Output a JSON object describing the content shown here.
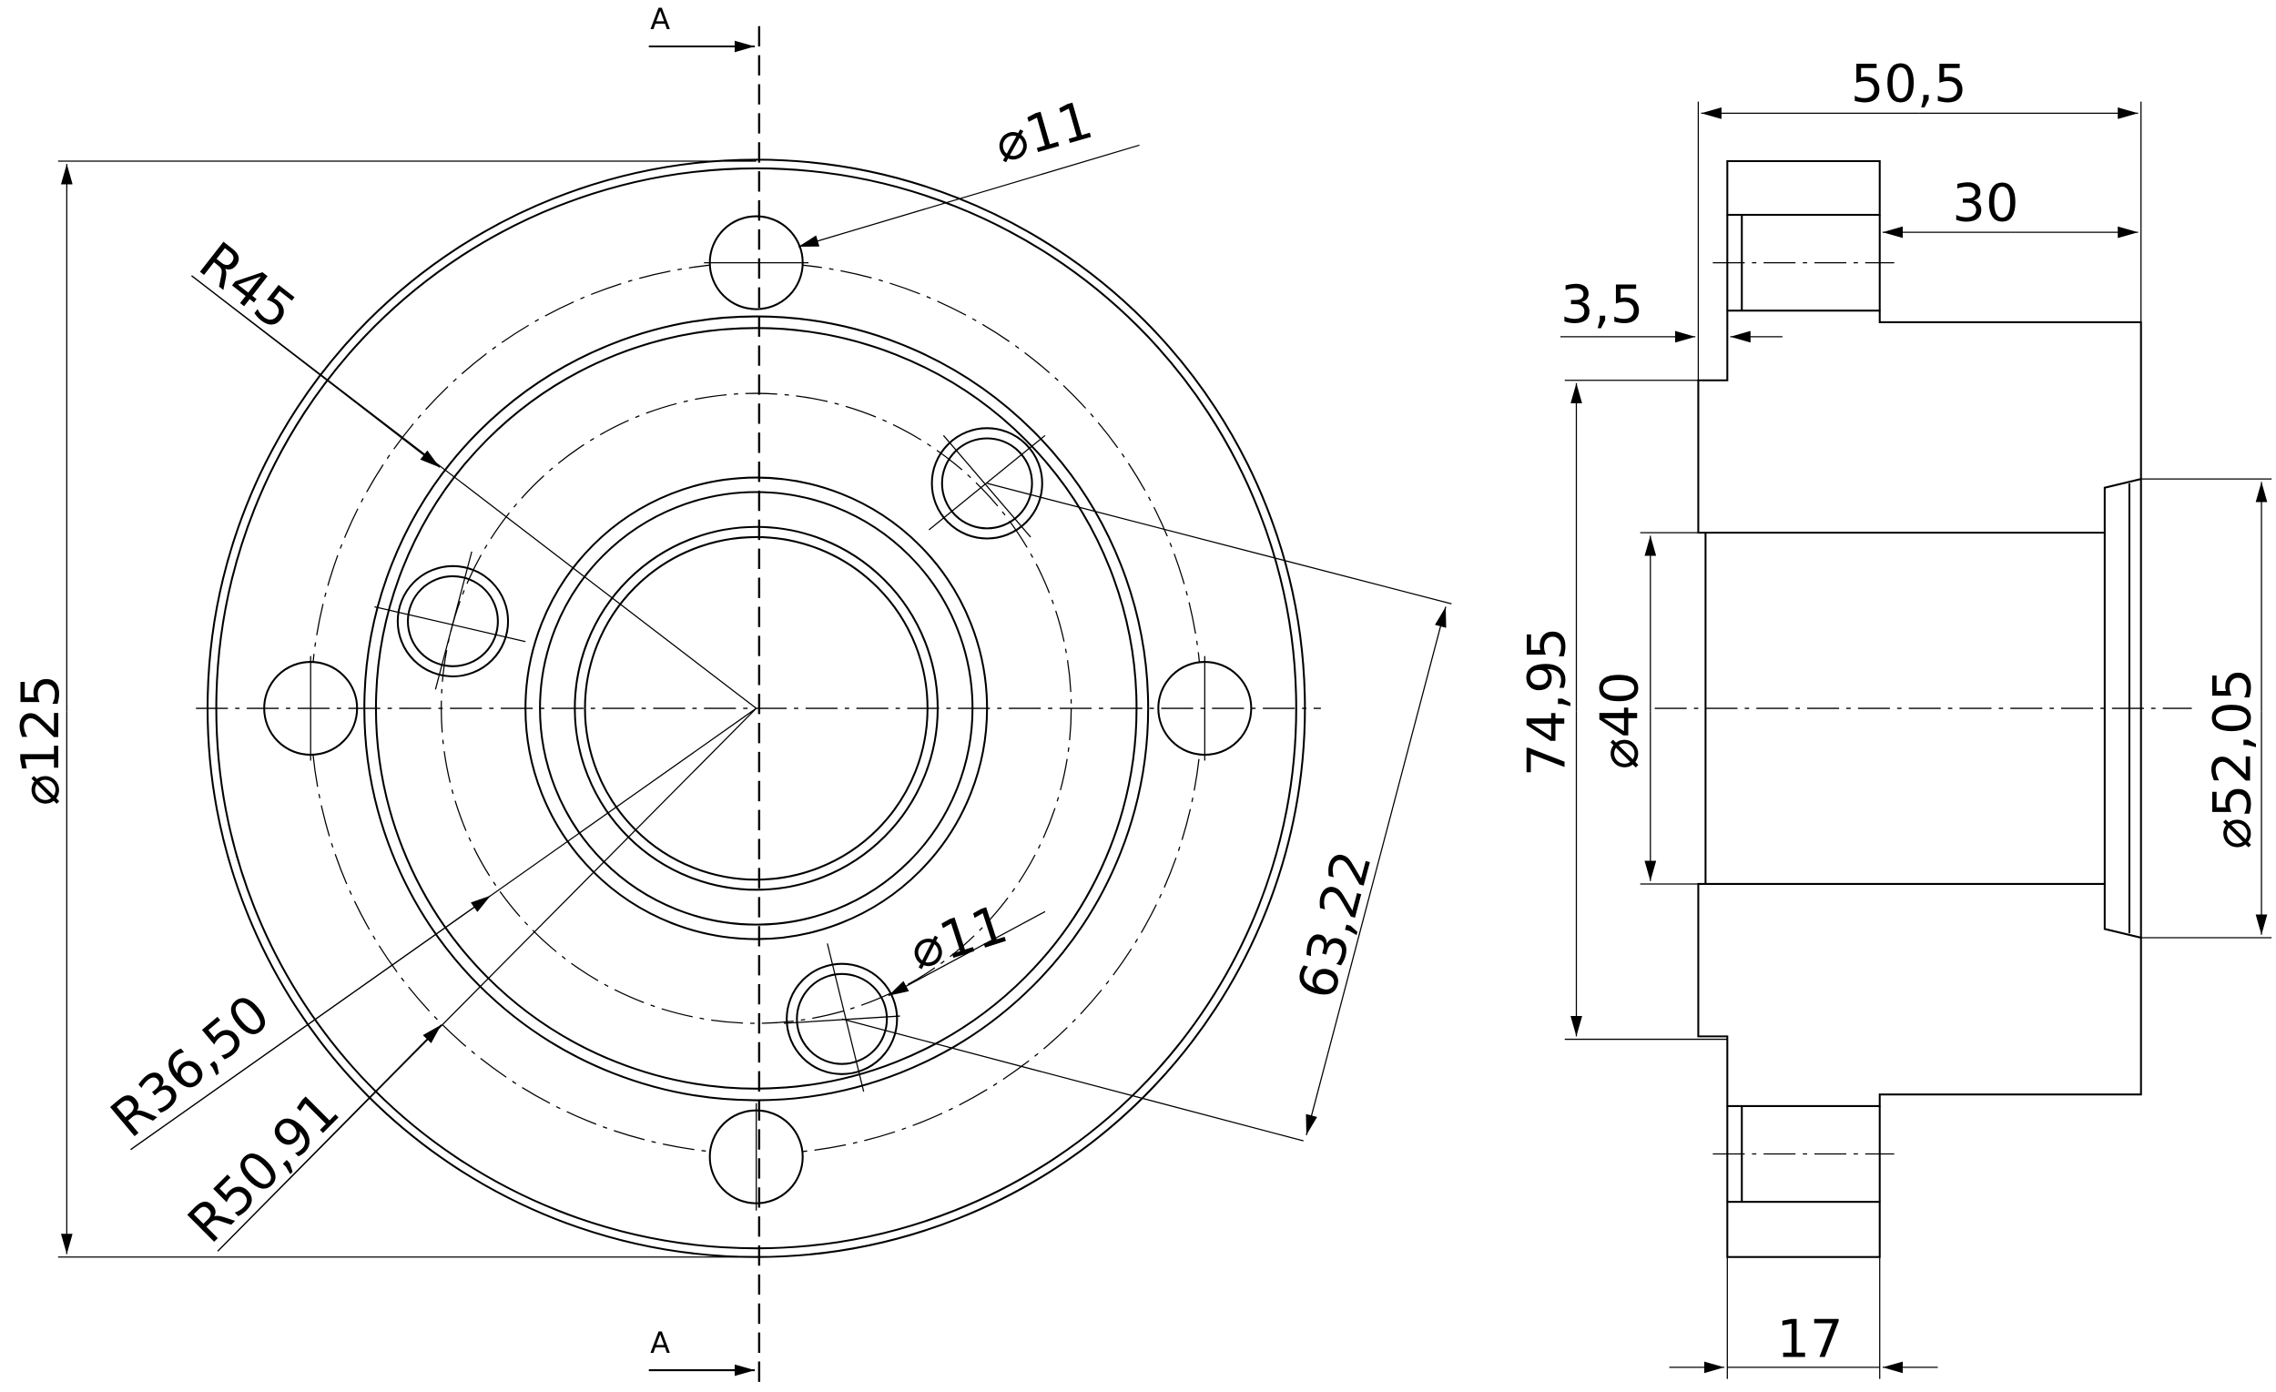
{
  "drawing": {
    "section_marks": {
      "top": "A",
      "bottom": "A"
    },
    "front_view": {
      "hole_dia_top": "⌀11",
      "radius_r45": "R45",
      "outer_dia": "⌀125",
      "radius_r36": "R36,50",
      "radius_r50": "R50,91",
      "hole_dia_bottom": "⌀11",
      "hole_spacing": "63,22"
    },
    "side_view": {
      "overall_length": "50,5",
      "hub_length": "30",
      "step": "3,5",
      "recess_dia": "74,95",
      "bore_dia": "⌀40",
      "counterbore_dia": "⌀52,05",
      "flange_thickness": "17"
    }
  }
}
